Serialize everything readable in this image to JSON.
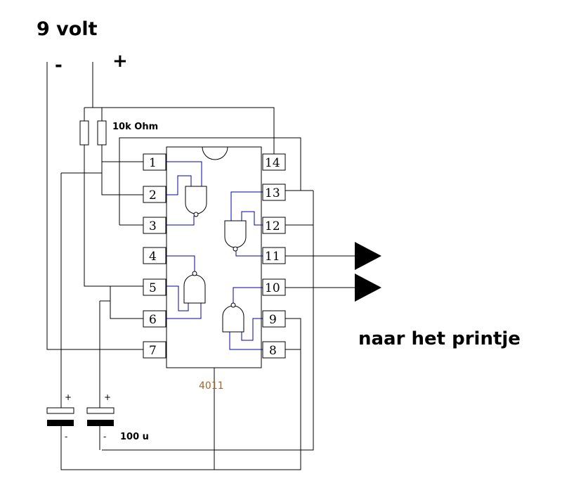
{
  "supply": {
    "title": "9 volt",
    "minus": "-",
    "plus": "+"
  },
  "resistors": {
    "label": "10k Ohm"
  },
  "chip": {
    "name": "4011",
    "pins": [
      "1",
      "2",
      "3",
      "4",
      "5",
      "6",
      "7",
      "8",
      "9",
      "10",
      "11",
      "12",
      "13",
      "14"
    ]
  },
  "capacitors": {
    "label": "100 u",
    "plus": "+",
    "minus": "-"
  },
  "output": {
    "label": "naar het printje"
  }
}
